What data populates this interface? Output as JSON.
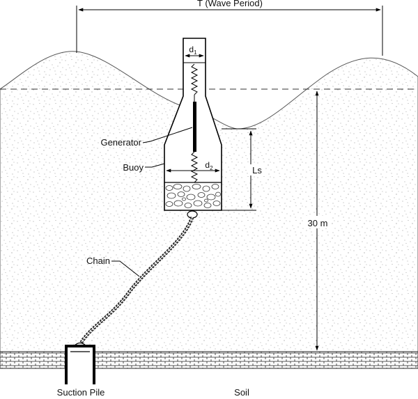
{
  "labels": {
    "wave_period": "T (Wave Period)",
    "d1": "d",
    "d1_sub": "1",
    "d2": "d",
    "d2_sub": "2",
    "ls": "Ls",
    "depth": "30 m",
    "generator": "Generator",
    "buoy": "Buoy",
    "chain": "Chain",
    "suction_pile": "Suction Pile",
    "soil": "Soil"
  }
}
